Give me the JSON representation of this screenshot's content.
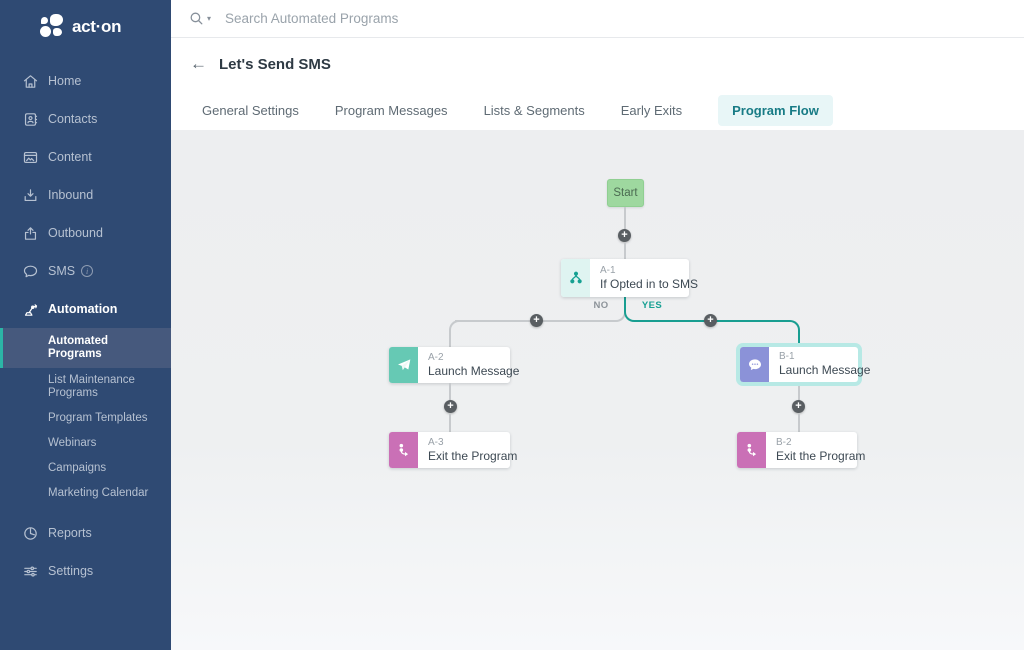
{
  "sidebar": {
    "logo_text": "act·on",
    "items": [
      {
        "label": "Home",
        "icon": "home-icon"
      },
      {
        "label": "Contacts",
        "icon": "contacts-icon"
      },
      {
        "label": "Content",
        "icon": "content-icon"
      },
      {
        "label": "Inbound",
        "icon": "inbound-icon"
      },
      {
        "label": "Outbound",
        "icon": "outbound-icon"
      },
      {
        "label": "SMS",
        "icon": "sms-icon",
        "has_info_badge": true
      },
      {
        "label": "Automation",
        "icon": "automation-icon",
        "expanded": true
      },
      {
        "label": "Reports",
        "icon": "reports-icon"
      },
      {
        "label": "Settings",
        "icon": "settings-icon"
      }
    ],
    "automation_children": [
      {
        "label": "Automated Programs",
        "selected": true
      },
      {
        "label": "List Maintenance Programs"
      },
      {
        "label": "Program Templates"
      },
      {
        "label": "Webinars"
      },
      {
        "label": "Campaigns"
      },
      {
        "label": "Marketing Calendar"
      }
    ],
    "info_badge": "i"
  },
  "topbar": {
    "search_placeholder": "Search Automated Programs",
    "search_caret": "▾"
  },
  "header": {
    "back_arrow": "←",
    "title": "Let's Send SMS"
  },
  "tabs": [
    {
      "label": "General Settings",
      "active": false
    },
    {
      "label": "Program Messages",
      "active": false
    },
    {
      "label": "Lists & Segments",
      "active": false
    },
    {
      "label": "Early Exits",
      "active": false
    },
    {
      "label": "Program Flow",
      "active": true
    }
  ],
  "flow": {
    "start_label": "Start",
    "plus_symbol": "+",
    "no_label": "NO",
    "yes_label": "YES",
    "nodes": [
      {
        "id": "A-1",
        "label": "If Opted in to SMS",
        "icon": "condition-icon",
        "selected": false
      },
      {
        "id": "A-2",
        "label": "Launch Message",
        "icon": "send-icon",
        "selected": false
      },
      {
        "id": "A-3",
        "label": "Exit the Program",
        "icon": "exit-icon",
        "selected": false
      },
      {
        "id": "B-1",
        "label": "Launch Message",
        "icon": "chat-icon",
        "selected": true
      },
      {
        "id": "B-2",
        "label": "Exit the Program",
        "icon": "exit-icon",
        "selected": false
      }
    ]
  },
  "colors": {
    "sidebar_navy": "#2f4a73",
    "sidebar_selected_bg": "#46597d",
    "accent_teal": "#189e91",
    "selected_ring": "#b7e9e5",
    "active_tab_bg": "#e8f6f7",
    "active_tab_text": "#177b85",
    "start_green": "#9ed89f",
    "condition_icon_bg": "#dff4f1",
    "send_icon_bg": "#66c9b4",
    "chat_icon_bg": "#8b92d8",
    "exit_icon_bg": "#ca70b6",
    "line_gray": "#c7cacd",
    "plus_gray": "#595e62"
  }
}
